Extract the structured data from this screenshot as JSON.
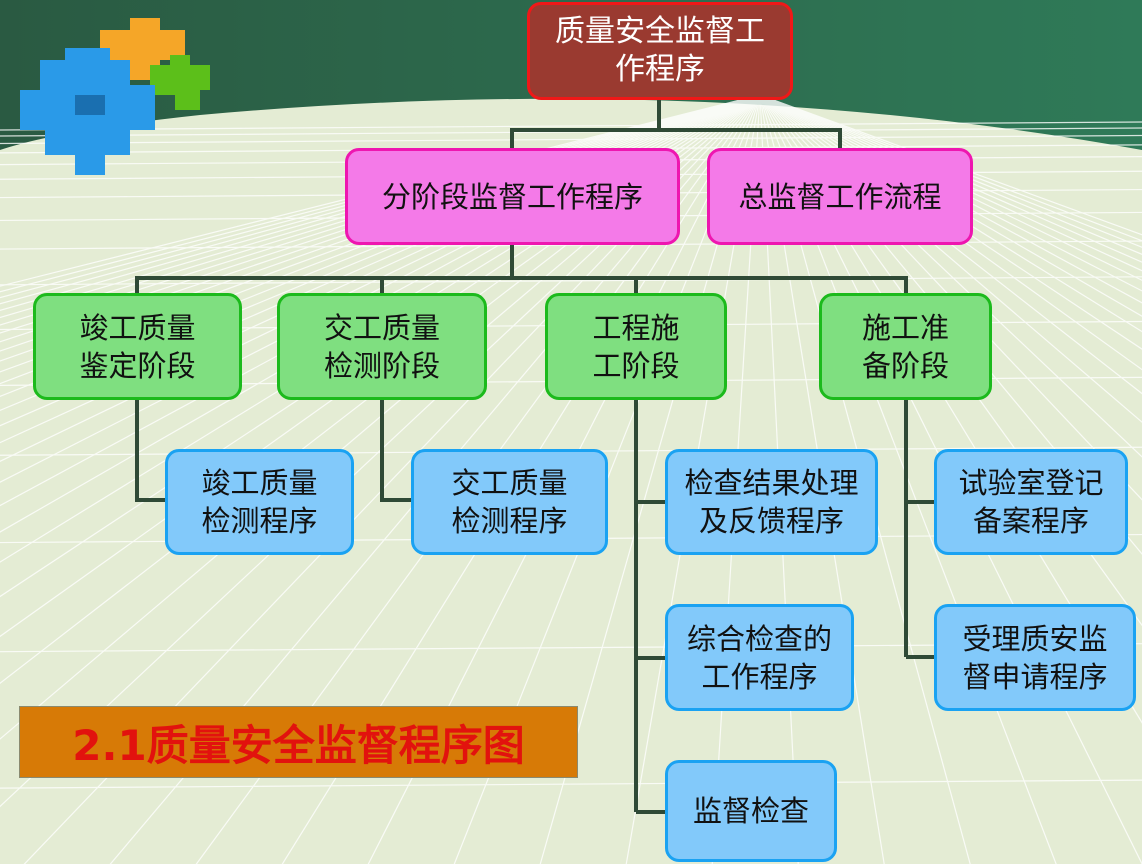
{
  "root": {
    "label": "质量安全监督工\n作程序"
  },
  "level1": [
    {
      "label": "分阶段监督工作程序"
    },
    {
      "label": "总监督工作流程"
    }
  ],
  "level2": [
    {
      "label": "竣工质量\n鉴定阶段"
    },
    {
      "label": "交工质量\n检测阶段"
    },
    {
      "label": "工程施\n工阶段"
    },
    {
      "label": "施工准\n备阶段"
    }
  ],
  "level3": [
    {
      "label": "竣工质量\n检测程序"
    },
    {
      "label": "交工质量\n检测程序"
    },
    {
      "label": "检查结果处理\n及反馈程序"
    },
    {
      "label": "综合检查的\n工作程序"
    },
    {
      "label": "监督检查"
    },
    {
      "label": "试验室登记\n备案程序"
    },
    {
      "label": "受理质安监\n督申请程序"
    }
  ],
  "caption": "2.1质量安全监督程序图",
  "colors": {
    "connector": "#2f4a36",
    "band": "#2d6a50"
  }
}
